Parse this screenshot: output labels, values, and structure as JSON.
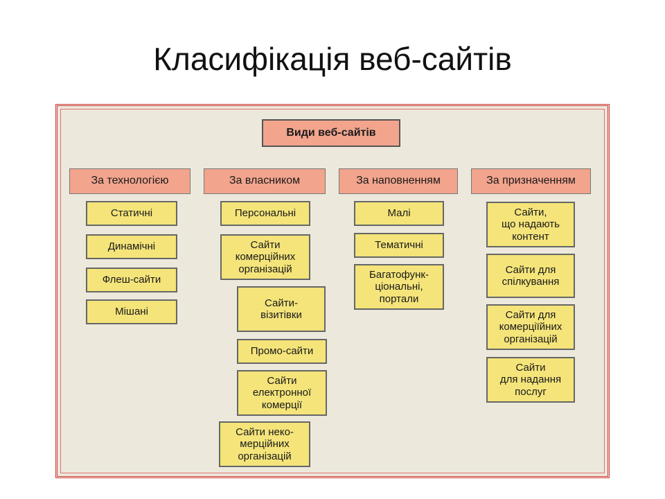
{
  "title": "Класифікація веб-сайтів",
  "root": "Види веб-сайтів",
  "categories": [
    {
      "label": "За технологією",
      "items": [
        "Статичні",
        "Динамічні",
        "Флеш-сайти",
        "Мішані"
      ]
    },
    {
      "label": "За власником",
      "items": [
        "Персональні",
        "Сайти\nкомерційних\nорганізацій",
        "Сайти-\nвізитівки",
        "Промо-сайти",
        "Сайти\nелектронної\nкомерції",
        "Сайти неко-\nмерційних\nорганізацій"
      ]
    },
    {
      "label": "За наповненням",
      "items": [
        "Малі",
        "Тематичні",
        "Багатофунк-\nціональні,\nпортали"
      ]
    },
    {
      "label": "За призначенням",
      "items": [
        "Сайти,\nщо надають\nконтент",
        "Сайти для\nспілкування",
        "Сайти для\nкомерціїйних\nорганізацій",
        "Сайти\nдля надання\nпослуг"
      ]
    }
  ],
  "colors": {
    "frame": "#d23b3b",
    "category_fill": "#f2a48d",
    "item_fill": "#f4e47a",
    "background": "#ece9dc"
  }
}
